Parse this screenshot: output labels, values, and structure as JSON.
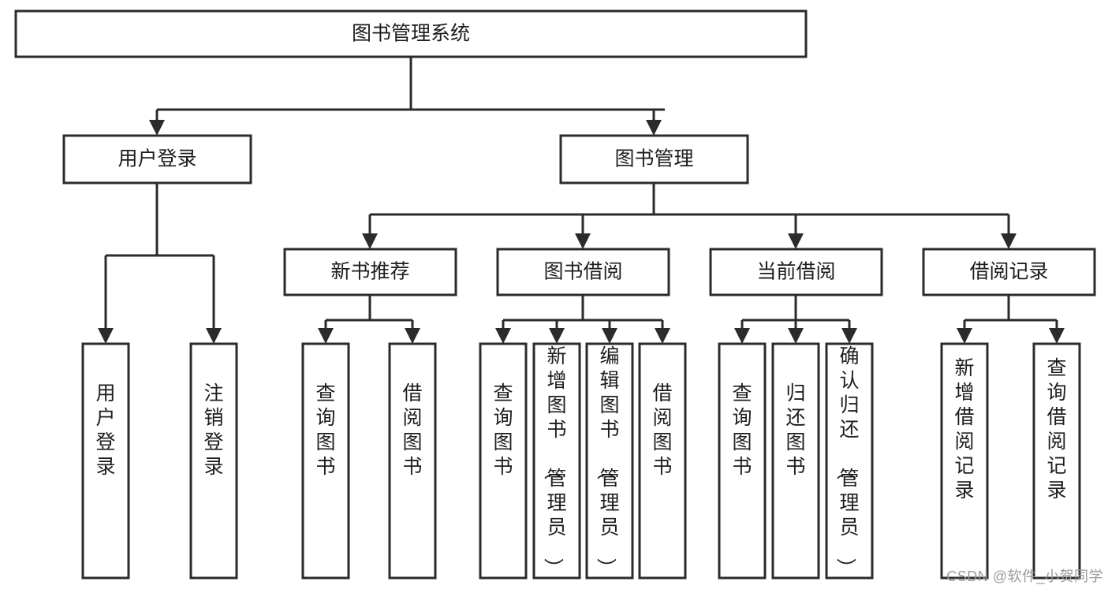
{
  "diagram": {
    "type": "tree",
    "title": "图书管理系统",
    "watermark": "CSDN @软件_小贺同学",
    "colors": {
      "stroke": "#2b2b2b",
      "fill": "#ffffff",
      "text": "#1d1d1d",
      "watermark": "#9a9a9a",
      "background": "#ffffff"
    },
    "levels": {
      "level1": [
        "图书管理系统"
      ],
      "level2": [
        "用户登录",
        "图书管理"
      ],
      "level3": [
        "新书推荐",
        "图书借阅",
        "当前借阅",
        "借阅记录"
      ],
      "level4": [
        "用户登录",
        "注销登录",
        "查询图书",
        "借阅图书",
        "查询图书",
        "新增图书（管理员）",
        "编辑图书（管理员）",
        "借阅图书",
        "查询图书",
        "归还图书",
        "确认归还（管理员）",
        "新增借阅记录",
        "查询借阅记录"
      ]
    },
    "nodes": {
      "root": {
        "label": "图书管理系统"
      },
      "user_login": {
        "label": "用户登录"
      },
      "book_manage": {
        "label": "图书管理"
      },
      "new_book_rec": {
        "label": "新书推荐"
      },
      "book_borrow": {
        "label": "图书借阅"
      },
      "current_borrow": {
        "label": "当前借阅"
      },
      "borrow_record": {
        "label": "借阅记录"
      },
      "leaf_user_login": {
        "label": "用户登录"
      },
      "leaf_logout": {
        "label": "注销登录"
      },
      "leaf_query_book_1": {
        "label": "查询图书"
      },
      "leaf_borrow_book_1": {
        "label": "借阅图书"
      },
      "leaf_query_book_2": {
        "label": "查询图书"
      },
      "leaf_add_book": {
        "label": "新增图书（管理员）"
      },
      "leaf_edit_book": {
        "label": "编辑图书（管理员）"
      },
      "leaf_borrow_book_2": {
        "label": "借阅图书"
      },
      "leaf_query_book_3": {
        "label": "查询图书"
      },
      "leaf_return_book": {
        "label": "归还图书"
      },
      "leaf_confirm_return": {
        "label": "确认归还（管理员）"
      },
      "leaf_add_record": {
        "label": "新增借阅记录"
      },
      "leaf_query_record": {
        "label": "查询借阅记录"
      }
    },
    "edges": [
      {
        "from": "root",
        "to": "user_login"
      },
      {
        "from": "root",
        "to": "book_manage"
      },
      {
        "from": "user_login",
        "to": "leaf_user_login"
      },
      {
        "from": "user_login",
        "to": "leaf_logout"
      },
      {
        "from": "book_manage",
        "to": "new_book_rec"
      },
      {
        "from": "book_manage",
        "to": "book_borrow"
      },
      {
        "from": "book_manage",
        "to": "current_borrow"
      },
      {
        "from": "book_manage",
        "to": "borrow_record"
      },
      {
        "from": "new_book_rec",
        "to": "leaf_query_book_1"
      },
      {
        "from": "new_book_rec",
        "to": "leaf_borrow_book_1"
      },
      {
        "from": "book_borrow",
        "to": "leaf_query_book_2"
      },
      {
        "from": "book_borrow",
        "to": "leaf_add_book"
      },
      {
        "from": "book_borrow",
        "to": "leaf_edit_book"
      },
      {
        "from": "book_borrow",
        "to": "leaf_borrow_book_2"
      },
      {
        "from": "current_borrow",
        "to": "leaf_query_book_3"
      },
      {
        "from": "current_borrow",
        "to": "leaf_return_book"
      },
      {
        "from": "current_borrow",
        "to": "leaf_confirm_return"
      },
      {
        "from": "borrow_record",
        "to": "leaf_add_record"
      },
      {
        "from": "borrow_record",
        "to": "leaf_query_record"
      }
    ]
  }
}
